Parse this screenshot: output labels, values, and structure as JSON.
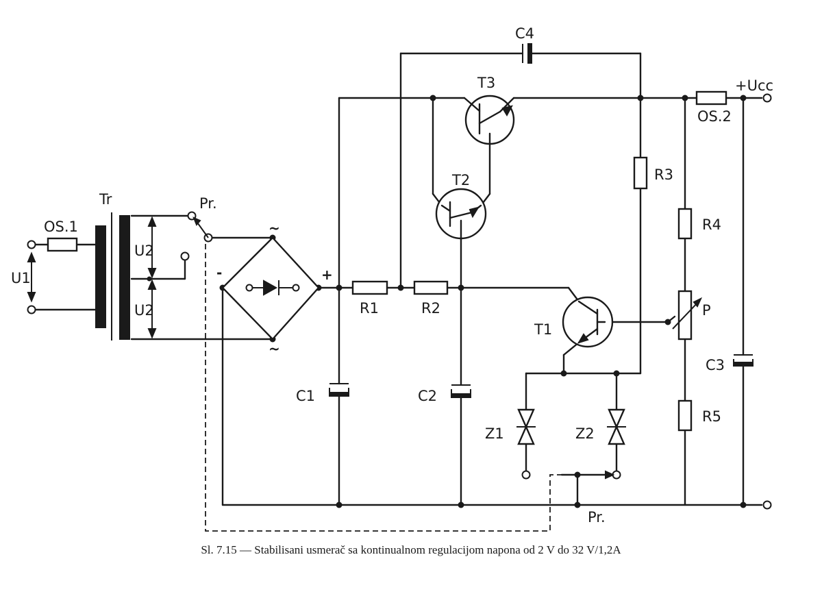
{
  "labels": {
    "c4": "C4",
    "t3": "T3",
    "t2": "T2",
    "t1": "T1",
    "ucc": "+Ucc",
    "os2": "OS.2",
    "os1": "OS.1",
    "tr": "Tr",
    "pr_top": "Pr.",
    "pr_bottom": "Pr.",
    "u1": "U1",
    "u2_upper": "U2",
    "u2_lower": "U2",
    "r1": "R1",
    "r2": "R2",
    "r3": "R3",
    "r4": "R4",
    "r5": "R5",
    "p": "P",
    "c1": "C1",
    "c2": "C2",
    "c3": "C3",
    "z1": "Z1",
    "z2": "Z2",
    "minus": "-",
    "plus": "+",
    "ac_top": "~",
    "ac_bottom": "~"
  },
  "caption": "Sl. 7.15 — Stabilisani usmerač sa kontinualnom regulacijom napona od 2 V do 32 V/1,2A"
}
